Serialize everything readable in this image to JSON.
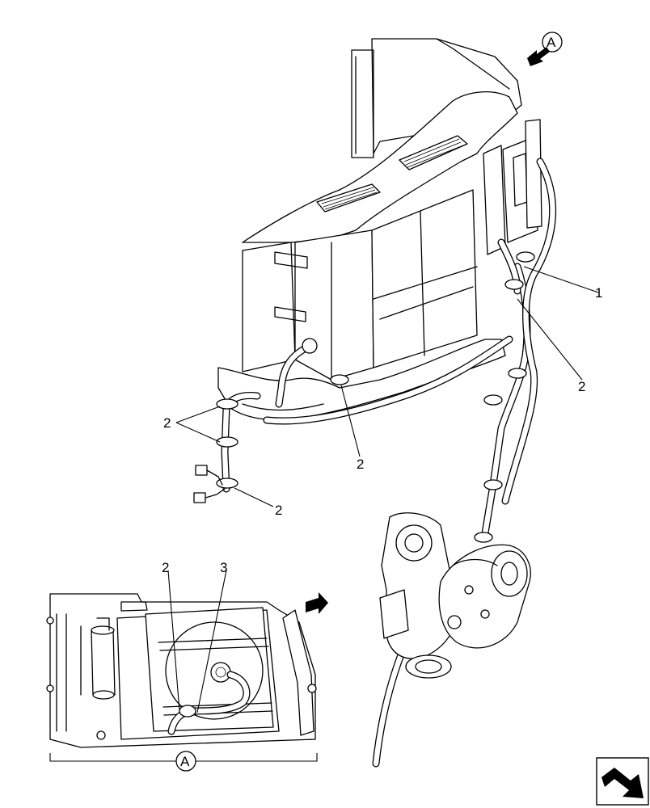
{
  "view_marker": "A",
  "callouts": {
    "c1": "1",
    "c2_right": "2",
    "c2_left": "2",
    "c2_center": "2",
    "c2_lower": "2",
    "c2_inset": "2",
    "c3_inset": "3"
  },
  "icons": {
    "view_arrow": "view-direction-arrow-icon",
    "inset_arrow": "inset-direction-arrow-icon",
    "next_page": "next-page-arrow-icon"
  }
}
